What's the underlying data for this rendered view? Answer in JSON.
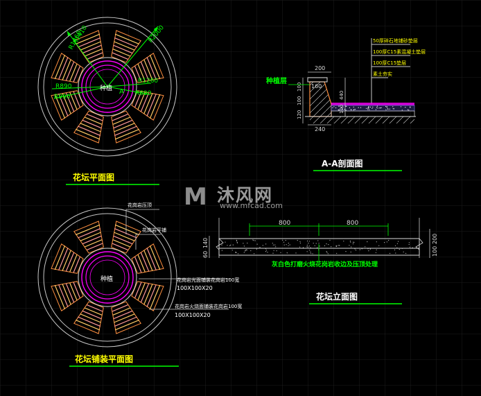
{
  "titles": {
    "plan": "花坛平面图",
    "section": "A-A剖面图",
    "paving_plan": "花坛铺装平面图",
    "elevation": "花坛立面图"
  },
  "plan_dims": {
    "r1410": "R1410",
    "r1460": "R1460",
    "r2000": "R2000",
    "r890_left": "R890",
    "r990": "R990",
    "r890_right": "R890",
    "r1260": "R1260",
    "section_mark": "A",
    "center_label": "种植"
  },
  "section": {
    "dim_200": "200",
    "dim_160": "160",
    "dim_240": "240",
    "dim_left_100": "100",
    "dim_left_100b": "100",
    "dim_left_120": "120",
    "dim_right_440": "440",
    "dim_right_100": "100",
    "label_planting": "种植层",
    "layer1": "50厚碎石地铺砂垫层",
    "layer2": "100厚C15素混凝土垫层",
    "layer3": "100厚C15垫层",
    "layer4": "素土夯实"
  },
  "paving": {
    "label_top": "花岗岩压顶",
    "label_mid": "花岗岩平铺",
    "note1_a": "花岗岩光面铺装花岗岩100宽",
    "note1_b": "100X100X20",
    "note2_a": "花岗岩火烧面铺装花岗岩100宽",
    "note2_b": "100X100X20",
    "center_label": "种植"
  },
  "elevation": {
    "dim_800_a": "800",
    "dim_800_b": "800",
    "dim_left_140": "140",
    "dim_left_60": "60",
    "dim_right_200": "200",
    "dim_right_100": "100",
    "note": "灰白色打磨火烧花岗岩收边及压顶处理"
  },
  "watermark": {
    "logo": "M",
    "name": "沐风网",
    "url": "www.mfcad.com"
  },
  "colors": {
    "background": "#000000",
    "grid": "#1c1c1c",
    "line_white": "#c8c8c8",
    "accent_green": "#00ff00",
    "accent_yellow": "#ffff00",
    "accent_magenta": "#ff00ff",
    "accent_orange": "#ff9040",
    "accent_pink": "#ff7a7a",
    "accent_cyan": "#00ffff"
  }
}
